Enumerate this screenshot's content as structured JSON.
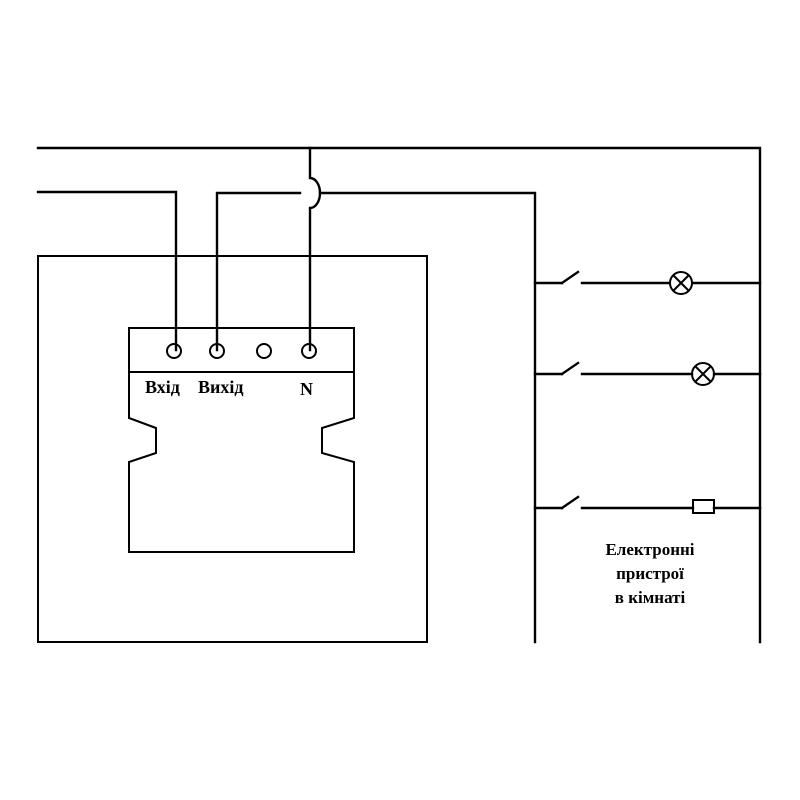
{
  "device": {
    "terminals": {
      "input_label": "Вхід",
      "output_label": "Вихід",
      "neutral_label": "N"
    }
  },
  "loads": {
    "caption_line1": "Електронні",
    "caption_line2": "пристрої",
    "caption_line3": "в кімнаті",
    "items": [
      {
        "kind": "lamp-icon"
      },
      {
        "kind": "lamp-icon"
      },
      {
        "kind": "fuse-icon"
      }
    ]
  },
  "colors": {
    "line": "#000000",
    "background": "#ffffff"
  }
}
